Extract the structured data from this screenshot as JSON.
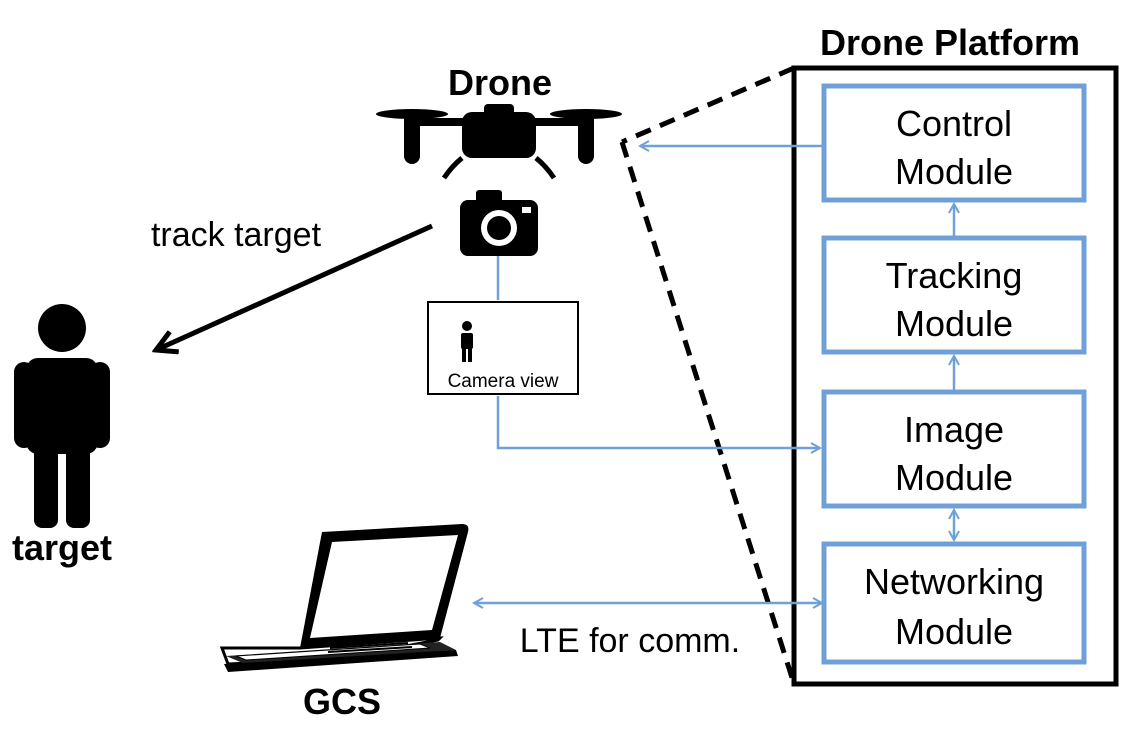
{
  "drone_label": "Drone",
  "platform_title": "Drone Platform",
  "target_label": "target",
  "track_label": "track target",
  "camera_view_label": "Camera view",
  "gcs_label": "GCS",
  "lte_label": "LTE for comm.",
  "modules": [
    {
      "line1": "Control",
      "line2": "Module"
    },
    {
      "line1": "Tracking",
      "line2": "Module"
    },
    {
      "line1": "Image",
      "line2": "Module"
    },
    {
      "line1": "Networking",
      "line2": "Module"
    }
  ],
  "colors": {
    "module_border": "#6fa0d8",
    "connector": "#6fa0d8",
    "ink": "#000000"
  },
  "icons": [
    "drone-icon",
    "camera-icon",
    "person-icon",
    "laptop-icon"
  ]
}
